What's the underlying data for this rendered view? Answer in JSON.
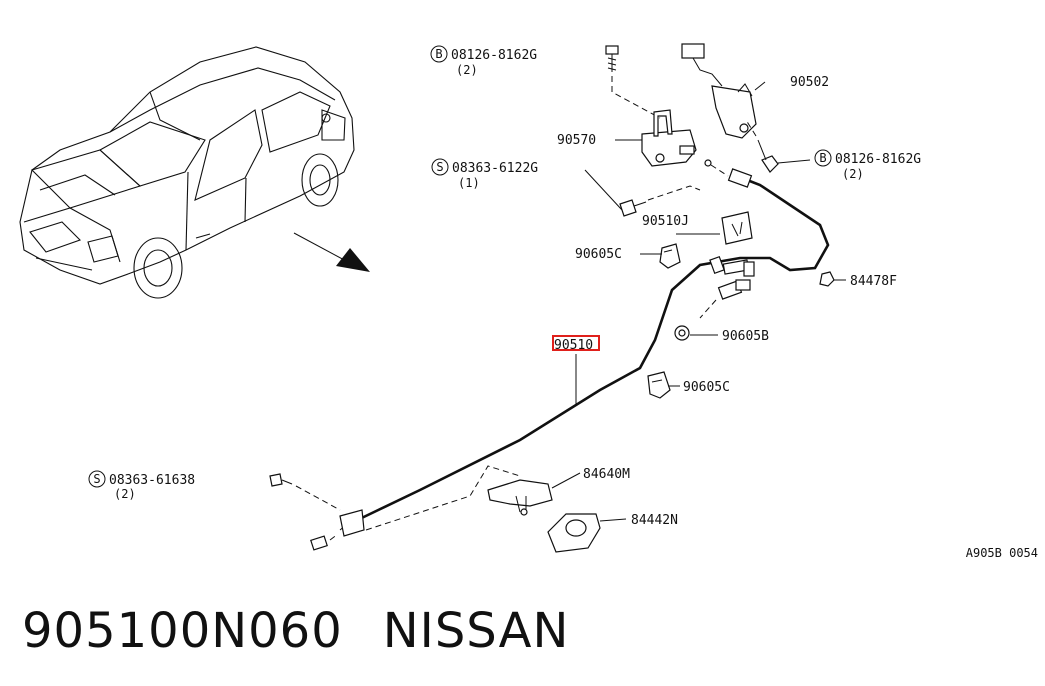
{
  "callouts": {
    "bolt_top_code": "08126-8162G",
    "bolt_top_qty": "(2)",
    "bolt_top_badge": "B",
    "p90502": "90502",
    "p90570": "90570",
    "bolt_right_code": "08126-8162G",
    "bolt_right_qty": "(2)",
    "bolt_right_badge": "B",
    "screw_mid_code": "08363-6122G",
    "screw_mid_qty": "(1)",
    "screw_mid_badge": "S",
    "p90510J": "90510J",
    "p90605C_upper": "90605C",
    "p84478F": "84478F",
    "p90510": "90510",
    "p90605B": "90605B",
    "p90605C_lower": "90605C",
    "screw_low_code": "08363-61638",
    "screw_low_qty": "(2)",
    "screw_low_badge": "S",
    "p84640M": "84640M",
    "p84442N": "84442N",
    "diagram_code": "A905B 0054"
  },
  "highlight_color": "#e0201b",
  "footer": {
    "part_number": "905100N060",
    "brand": "NISSAN"
  }
}
